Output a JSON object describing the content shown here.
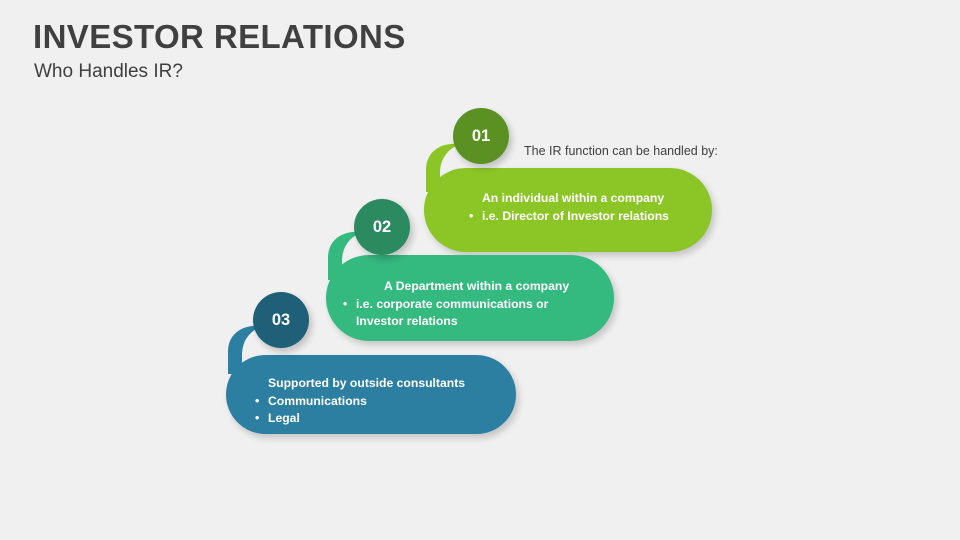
{
  "slide": {
    "title": "INVESTOR RELATIONS",
    "subtitle": "Who Handles IR?",
    "background_color": "#f0f0f0",
    "title_color": "#404040"
  },
  "caption": {
    "text": "The IR function can be handled by:"
  },
  "steps": [
    {
      "number": "01",
      "circle_color": "#5a9122",
      "pill_color": "#8cc626",
      "heading": "An individual  within a company",
      "bullets": [
        "i.e.  Director of Investor relations"
      ]
    },
    {
      "number": "02",
      "circle_color": "#2b8a5f",
      "pill_color": "#34b97e",
      "heading": "A Department within a company",
      "bullets": [
        "i.e. corporate communications or Investor relations"
      ]
    },
    {
      "number": "03",
      "circle_color": "#1f6078",
      "pill_color": "#2c7fa0",
      "heading": "Supported by outside consultants",
      "bullets": [
        "Communications",
        "Legal"
      ]
    }
  ]
}
